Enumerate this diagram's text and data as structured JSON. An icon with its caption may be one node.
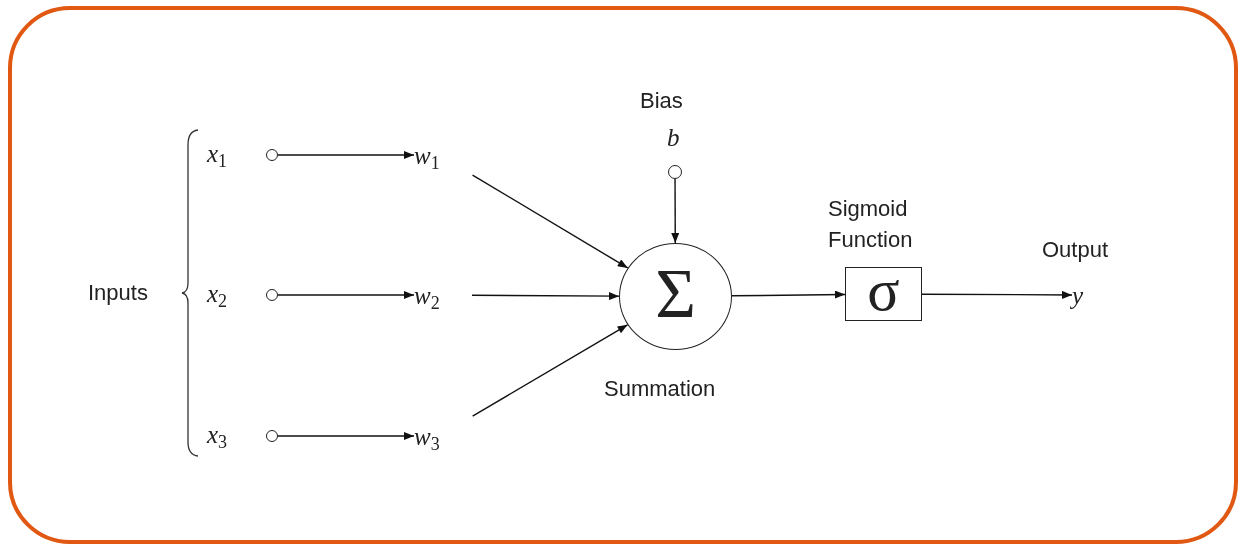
{
  "diagram": {
    "nodes": [
      {
        "text": [],
        "shape": "circle",
        "beside": [
          "*x*$_{1}$"
        ]
      },
      {
        "text": [
          "*w*$_{1}$"
        ]
      },
      {
        "text": [],
        "shape": "circle",
        "beside": [
          "*x*$_{2}$"
        ]
      },
      {
        "text": [
          "*w*$_{2}$"
        ]
      },
      {
        "text": [],
        "shape": "circle",
        "beside": [
          "*x*$_{3}$"
        ]
      },
      {
        "text": [
          "*w*$_{3}$"
        ]
      },
      {
        "text": [],
        "shape": "circle",
        "beside": [
          "Bias",
          "*b*"
        ]
      },
      {
        "text": [
          "Σ"
        ],
        "beside": [
          "Summation"
        ]
      },
      {
        "text": [
          "σ"
        ],
        "beside": [
          "Sigmoid Function"
        ]
      },
      {
        "text": [
          "*y*"
        ],
        "beside": [
          "Output"
        ]
      }
    ],
    "edges": [
      {
        "from": 0,
        "to": 1,
        "arrow": "to"
      },
      {
        "from": 2,
        "to": 3,
        "arrow": "to"
      },
      {
        "from": 4,
        "to": 5,
        "arrow": "to"
      },
      {
        "from": 1,
        "to": 7,
        "arrow": "to"
      },
      {
        "from": 3,
        "to": 7,
        "arrow": "to"
      },
      {
        "from": 5,
        "to": 7,
        "arrow": "to"
      },
      {
        "from": 6,
        "to": 7,
        "arrow": "to"
      },
      {
        "from": 7,
        "to": 8,
        "arrow": "to"
      },
      {
        "from": 8,
        "to": 9,
        "arrow": "to"
      }
    ],
    "labels": [
      "Inputs"
    ]
  }
}
